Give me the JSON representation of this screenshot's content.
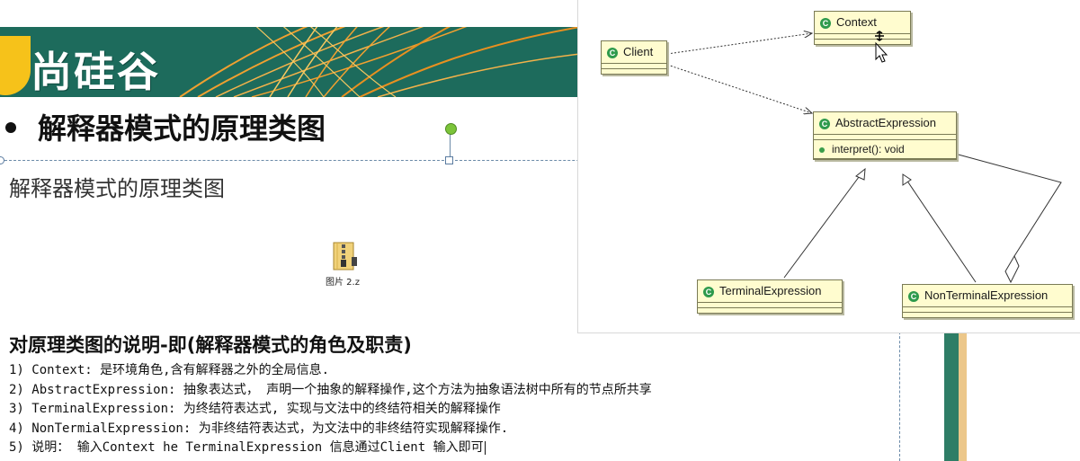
{
  "banner": {
    "logo_text": "尚硅谷"
  },
  "slide": {
    "title": "解释器模式的原理类图",
    "subtitle": "解释器模式的原理类图",
    "file_label": "图片 2.z"
  },
  "description": {
    "heading": "对原理类图的说明-即(解释器模式的角色及职责)",
    "lines": [
      "1) Context: 是环境角色,含有解释器之外的全局信息.",
      "2) AbstractExpression: 抽象表达式， 声明一个抽象的解释操作,这个方法为抽象语法树中所有的节点所共享",
      "3) TerminalExpression: 为终结符表达式, 实现与文法中的终结符相关的解释操作",
      "4) NonTermialExpression: 为非终结符表达式，为文法中的非终结符实现解释操作.",
      "5) 说明： 输入Context he TerminalExpression 信息通过Client 输入即可"
    ]
  },
  "uml": {
    "classes": {
      "context": {
        "name": "Context"
      },
      "client": {
        "name": "Client"
      },
      "abstract_expression": {
        "name": "AbstractExpression",
        "operation": "interpret(): void"
      },
      "terminal_expression": {
        "name": "TerminalExpression"
      },
      "nonterminal_expression": {
        "name": "NonTerminalExpression"
      }
    },
    "class_icon": "class-c-icon",
    "box_fill": "#fffccf",
    "icon_color": "#2e9a4c"
  },
  "colors": {
    "banner_green": "#1d6b5c",
    "banner_gold": "#f0a030",
    "logo_yellow": "#f6c21a",
    "rotate_handle": "#7cc43a"
  }
}
